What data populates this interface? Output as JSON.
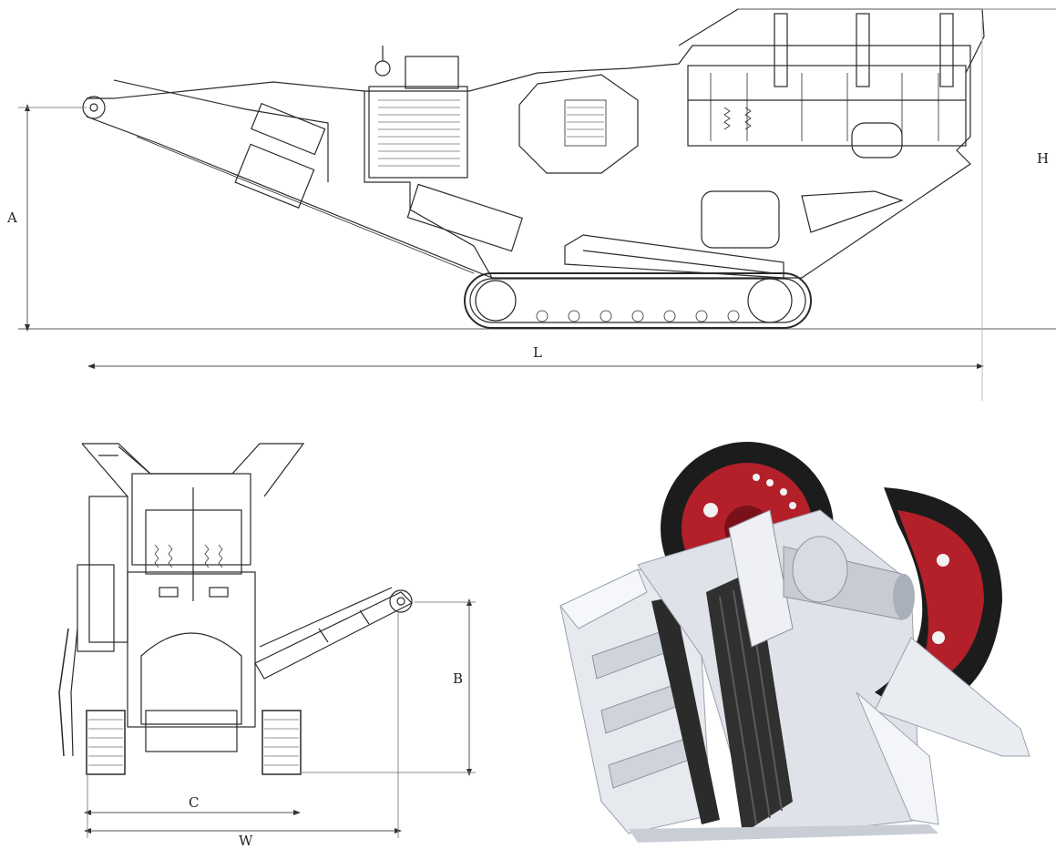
{
  "dimension_labels": {
    "length": "L",
    "height": "H",
    "discharge_height": "A",
    "side_conveyor_height": "B",
    "track_width": "C",
    "overall_width": "W"
  },
  "colors": {
    "line": "#2a2a2a",
    "dimension_line": "#555555",
    "flywheel_red": "#b3202a",
    "flywheel_black": "#1c1c1c",
    "metal_light": "#e8ebf0",
    "metal_shadow": "#aeb4bf"
  }
}
